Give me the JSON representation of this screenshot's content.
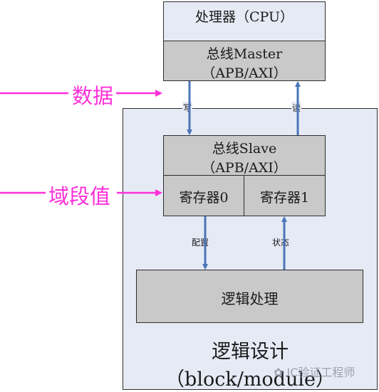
{
  "colors": {
    "light_box": "#e6eaf5",
    "gray_box": "#c9c9c9",
    "arrow_blue": "#4a76b8",
    "magenta": "#ff2fd9",
    "border": "#2e2e2e"
  },
  "cpu": {
    "title": "处理器（CPU）",
    "bus_master_line1": "总线Master",
    "bus_master_line2": "（APB/AXI）"
  },
  "module": {
    "bus_slave_line1": "总线Slave",
    "bus_slave_line2": "（APB/AXI）",
    "register0": "寄存器0",
    "register1": "寄存器1",
    "logic_processing": "逻辑处理",
    "title_line1": "逻辑设计",
    "title_line2": "（block/module）"
  },
  "arrows": {
    "write": "写",
    "read": "读",
    "config": "配置",
    "status": "状态"
  },
  "inputs": {
    "data": "数据",
    "field_value": "域段值"
  },
  "watermark": "IC验证工程师"
}
